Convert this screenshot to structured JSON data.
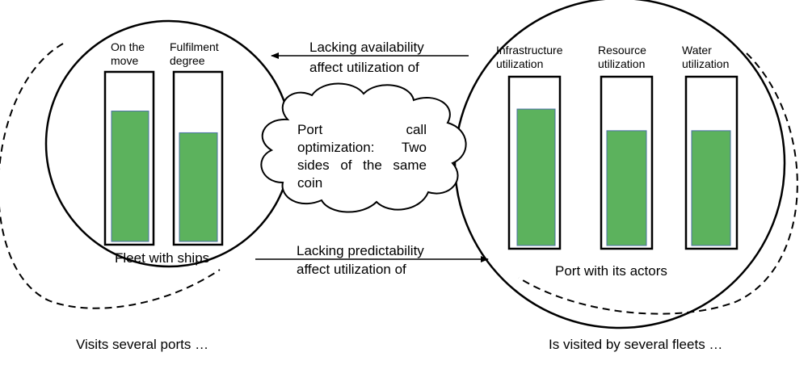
{
  "fleet": {
    "title": "Fleet with ships",
    "bars": [
      {
        "label": "On the move",
        "level": 0.78
      },
      {
        "label": "Fulfilment degree",
        "level": 0.65
      }
    ],
    "cycle_label": "Visits several ports …"
  },
  "port": {
    "title": "Port with its actors",
    "bars": [
      {
        "label": "Infrastructure utilization",
        "level": 0.82
      },
      {
        "label": "Resource utilization",
        "level": 0.69
      },
      {
        "label": "Water utilization",
        "level": 0.69
      }
    ],
    "cycle_label": "Is visited by several fleets …"
  },
  "center": {
    "text": "Port call optimization: Two sides of the same coin"
  },
  "arrows": {
    "top": {
      "line1": "Lacking availability",
      "line2": "affect utilization of"
    },
    "bottom": {
      "line1": "Lacking predictability",
      "line2": "affect utilization of"
    }
  },
  "colors": {
    "bar_fill": "#5cb25d",
    "bar_border": "#4a6fa5",
    "stroke": "#000000"
  }
}
